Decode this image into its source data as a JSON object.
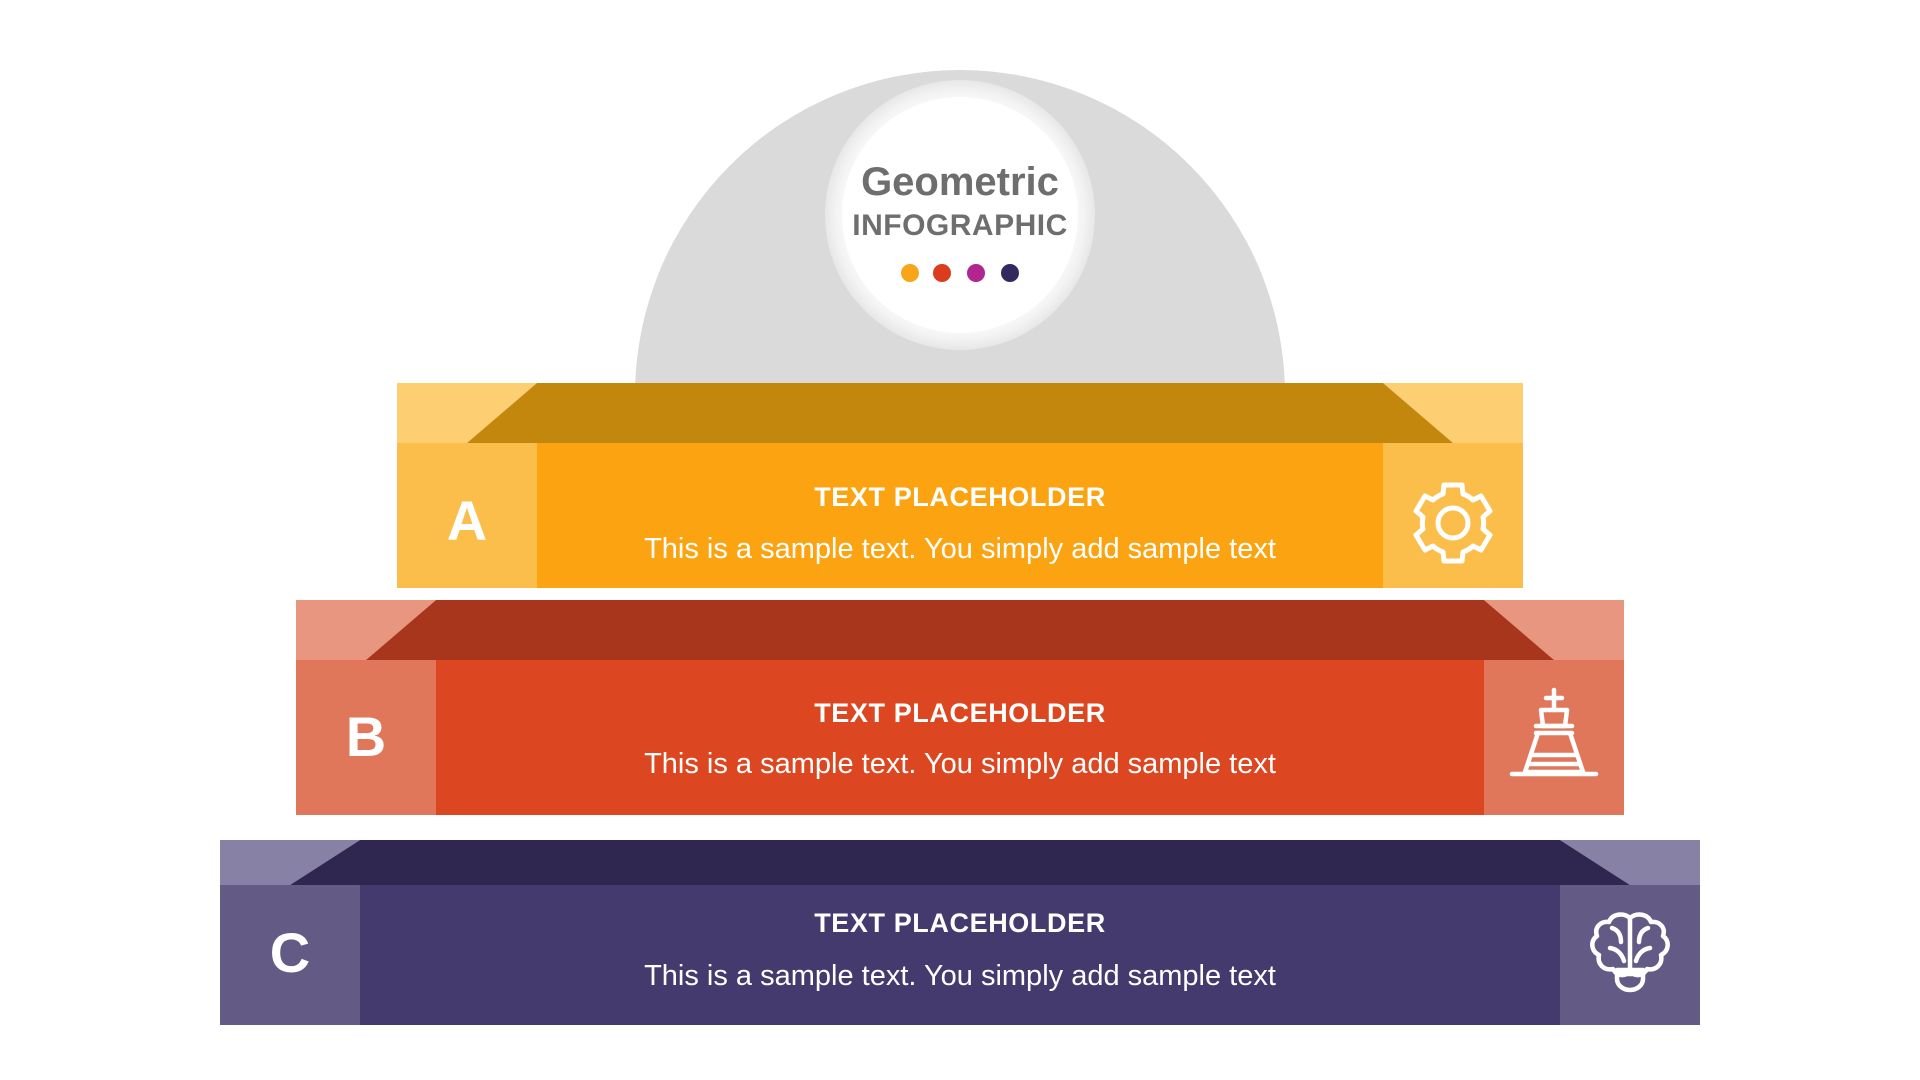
{
  "header": {
    "title": "Geometric",
    "subtitle": "INFOGRAPHIC",
    "dome_color": "#dadada",
    "medallion_color": "#ffffff",
    "title_color": "#6e6e6e",
    "dots": [
      {
        "name": "dot-amber",
        "color": "#f9a51a"
      },
      {
        "name": "dot-red",
        "color": "#dc3c1e"
      },
      {
        "name": "dot-magenta",
        "color": "#b0258e"
      },
      {
        "name": "dot-navy",
        "color": "#33295f"
      }
    ]
  },
  "tiers": [
    {
      "id": "a",
      "letter": "A",
      "heading": "TEXT PLACEHOLDER",
      "body": "This is a sample text. You simply add sample text",
      "icon": "gear-icon",
      "colors": {
        "front": "#fca311",
        "top": "#c2870c",
        "side": "#fcbe4b",
        "side_top": "#fdcf72"
      }
    },
    {
      "id": "b",
      "letter": "B",
      "heading": "TEXT PLACEHOLDER",
      "body": "This is a sample text. You simply add sample text",
      "icon": "chess-king-icon",
      "colors": {
        "front": "#dc4621",
        "top": "#a8361c",
        "side": "#e0775a",
        "side_top": "#e99680"
      }
    },
    {
      "id": "c",
      "letter": "C",
      "heading": "TEXT PLACEHOLDER",
      "body": "This is a sample text. You simply add sample text",
      "icon": "brain-icon",
      "colors": {
        "front": "#443a6e",
        "top": "#302750",
        "side": "#635b85",
        "side_top": "#8881a6"
      }
    }
  ]
}
